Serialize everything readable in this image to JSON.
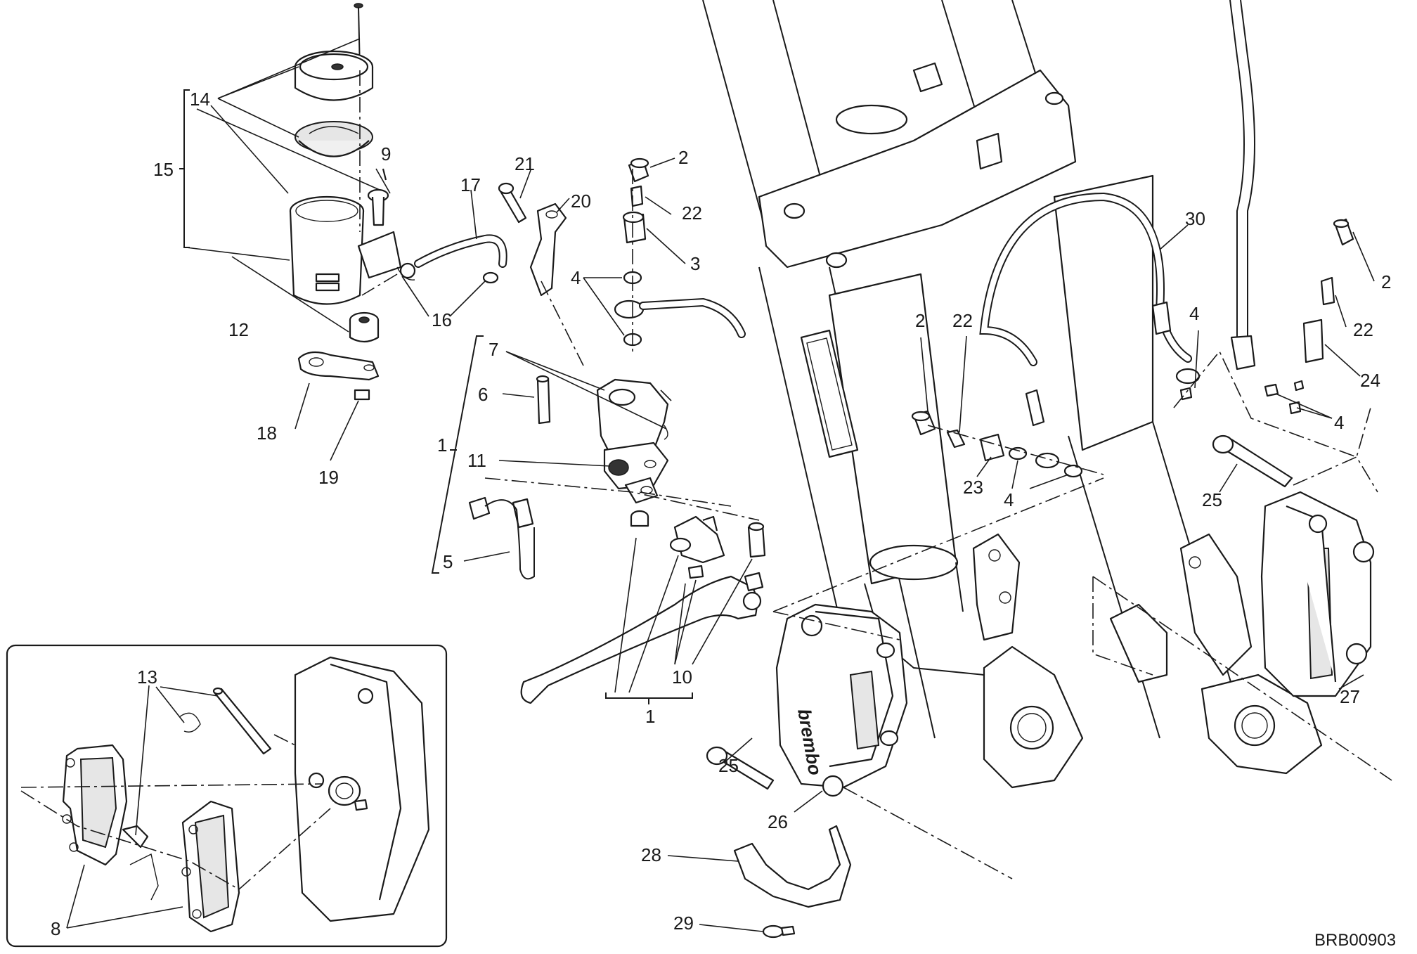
{
  "diagram_code": "BRB00903",
  "callouts": {
    "c1a": "1",
    "c1b": "1",
    "c2a": "2",
    "c2b": "2",
    "c2c": "2",
    "c3": "3",
    "c4a": "4",
    "c4b": "4",
    "c4c": "4",
    "c4d": "4",
    "c5": "5",
    "c6": "6",
    "c7": "7",
    "c8": "8",
    "c9": "9",
    "c10": "10",
    "c11": "11",
    "c12": "12",
    "c13": "13",
    "c14": "14",
    "c15": "15",
    "c16": "16",
    "c17": "17",
    "c18": "18",
    "c19": "19",
    "c20": "20",
    "c21": "21",
    "c22a": "22",
    "c22b": "22",
    "c22c": "22",
    "c23": "23",
    "c24": "24",
    "c25a": "25",
    "c25b": "25",
    "c26": "26",
    "c27": "27",
    "c28": "28",
    "c29": "29",
    "c30": "30"
  },
  "caliper_brand": "brembo"
}
